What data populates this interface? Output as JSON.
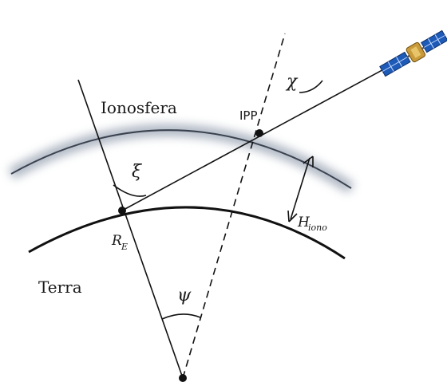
{
  "labels": {
    "ionosphere": "Ionosfera",
    "earth": "Terra",
    "ipp": "IPP",
    "earth_radius_main": "R",
    "earth_radius_sub": "E",
    "iono_height_main": "H",
    "iono_height_sub": "iono",
    "zenith_angle_satellite": "χ",
    "elevation_angle_receiver": "ξ",
    "earth_central_angle": "ψ"
  },
  "colors": {
    "line": "#111111",
    "ionosphere_glow": "#8a96a8",
    "satellite_panel": "#1e5bb8",
    "satellite_body": "#c89a3a"
  },
  "icons": {
    "satellite": "satellite-icon"
  }
}
